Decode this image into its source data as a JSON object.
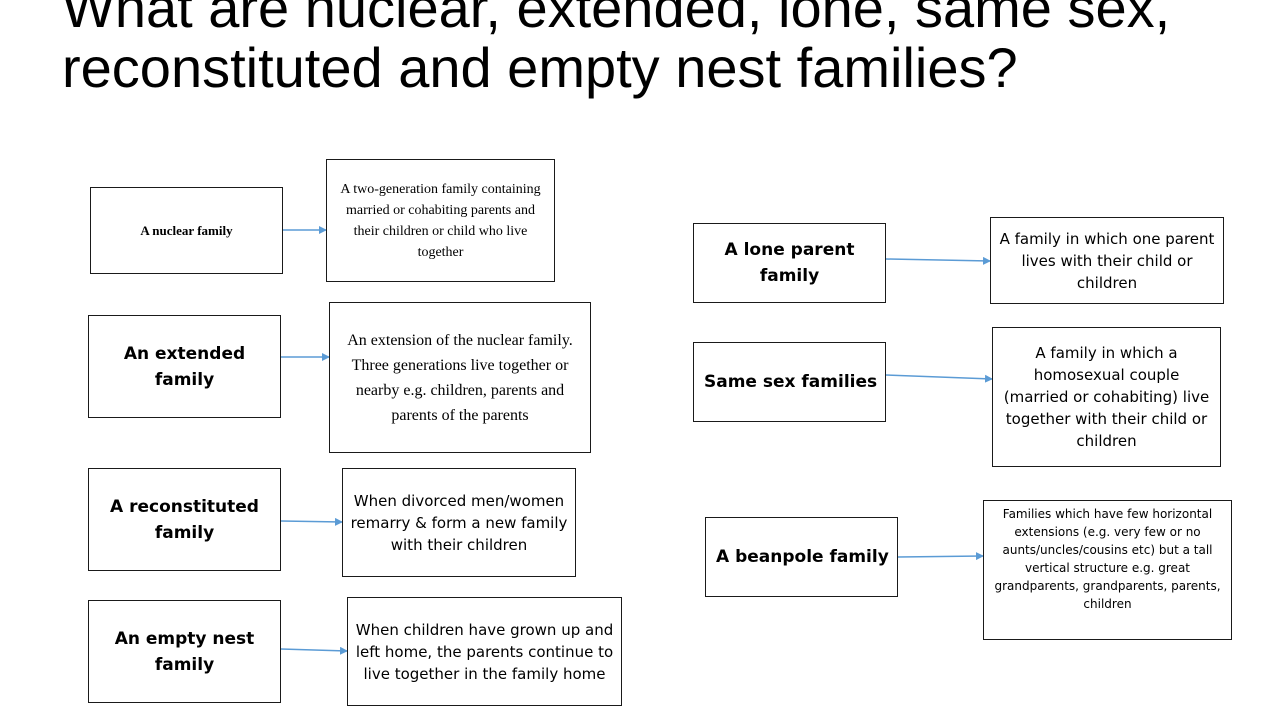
{
  "title": "What are nuclear, extended, lone, same sex, reconstituted and empty nest families?",
  "colors": {
    "arrow": "#5b9bd5",
    "border": "#1a1a1a"
  },
  "pairs": {
    "nuclear": {
      "term": "A nuclear family",
      "definition": "A two-generation family containing married or cohabiting parents and their children or child who live together"
    },
    "extended": {
      "term": "An extended family",
      "definition": "An extension of the nuclear family. Three generations live together or nearby e.g. children, parents and parents of the parents"
    },
    "reconstituted": {
      "term": "A reconstituted family",
      "definition": "When divorced men/women remarry & form a new family with their children"
    },
    "empty_nest": {
      "term": "An empty nest family",
      "definition": "When children have grown up and left home, the parents continue to live together in the family home"
    },
    "lone_parent": {
      "term": "A lone parent family",
      "definition": "A family in which one parent lives with their child or children"
    },
    "same_sex": {
      "term": "Same sex families",
      "definition": "A family in which a homosexual couple (married or cohabiting) live together with their child or children"
    },
    "beanpole": {
      "term": "A beanpole family",
      "definition": "Families which have few horizontal extensions (e.g. very few or no aunts/uncles/cousins etc) but a tall vertical structure e.g. great grandparents, grandparents, parents, children"
    }
  }
}
